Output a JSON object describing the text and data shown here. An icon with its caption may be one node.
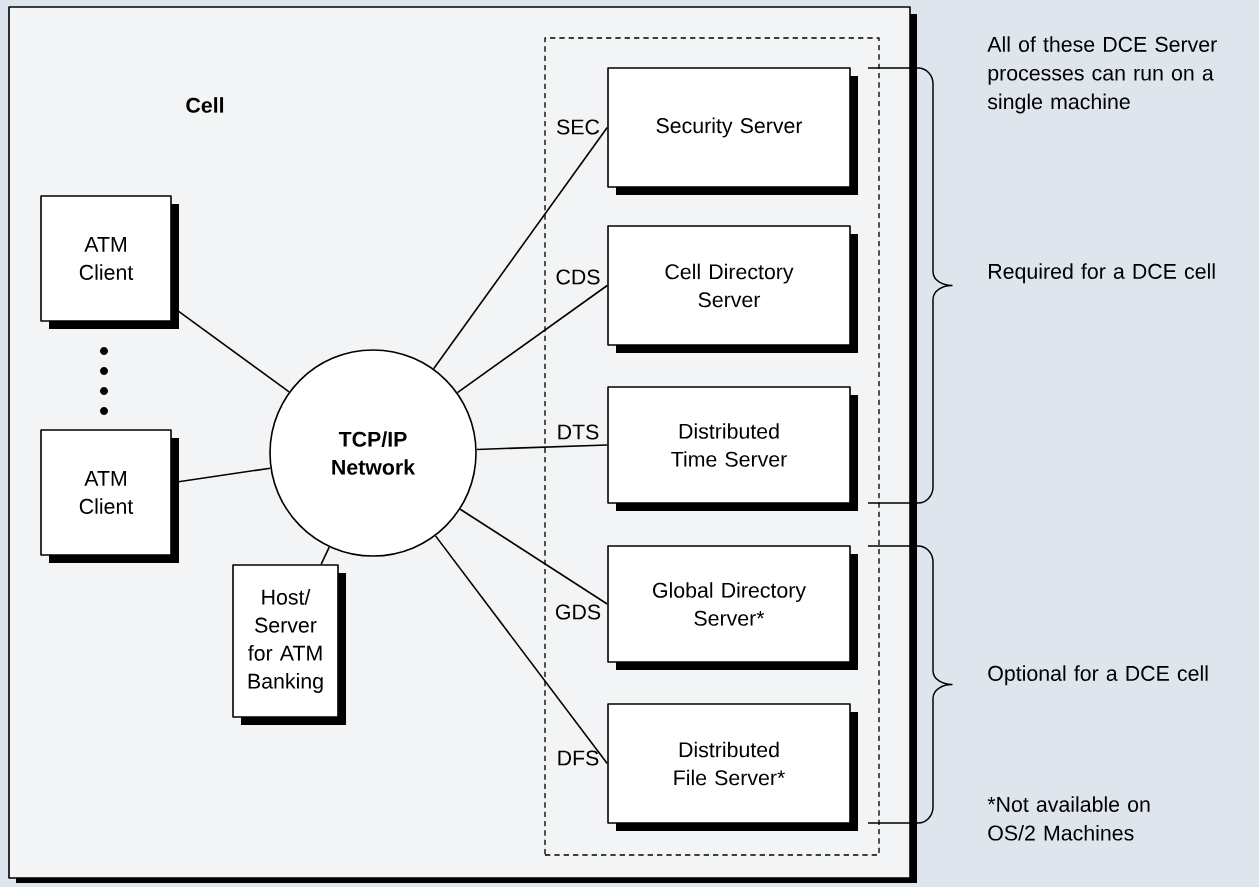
{
  "diagram": {
    "nodes": [
      {
        "text": [
          "Cell"
        ]
      },
      {
        "text": [],
        "shape": "box",
        "in": 0
      },
      {
        "text": [
          "ATM Client"
        ],
        "in": 0
      },
      {
        "text": [
          "ATM Client"
        ],
        "in": 0
      },
      {
        "text": [
          "TCP/IP Network"
        ],
        "in": 0
      },
      {
        "text": [
          "Host/ Server for ATM Banking"
        ],
        "in": 0
      },
      {
        "text": [
          "Security Server"
        ],
        "beside": [
          "SEC"
        ],
        "in": 1
      },
      {
        "text": [
          "Cell Directory Server"
        ],
        "beside": [
          "CDS"
        ],
        "in": 1
      },
      {
        "text": [
          "Distributed Time Server"
        ],
        "beside": [
          "DTS"
        ],
        "in": 1
      },
      {
        "text": [
          "Global Directory Server*"
        ],
        "beside": [
          "GDS"
        ],
        "in": 1
      },
      {
        "text": [
          "Distributed File Server*"
        ],
        "beside": [
          "DFS"
        ],
        "in": 1
      }
    ],
    "edges": [
      {
        "from": 2,
        "to": 4,
        "arrow": "none"
      },
      {
        "from": 3,
        "to": 4,
        "arrow": "none"
      },
      {
        "from": 5,
        "to": 4,
        "arrow": "none"
      },
      {
        "from": 4,
        "to": 6,
        "arrow": "none"
      },
      {
        "from": 4,
        "to": 7,
        "arrow": "none"
      },
      {
        "from": 4,
        "to": 8,
        "arrow": "none"
      },
      {
        "from": 4,
        "to": 9,
        "arrow": "none"
      },
      {
        "from": 4,
        "to": 10,
        "arrow": "none"
      }
    ],
    "labels": [
      "All of these DCE Server processes can run on a single machine",
      "Required for a DCE cell",
      "Optional for a DCE cell",
      "*Not available on OS/2 Machines"
    ]
  }
}
